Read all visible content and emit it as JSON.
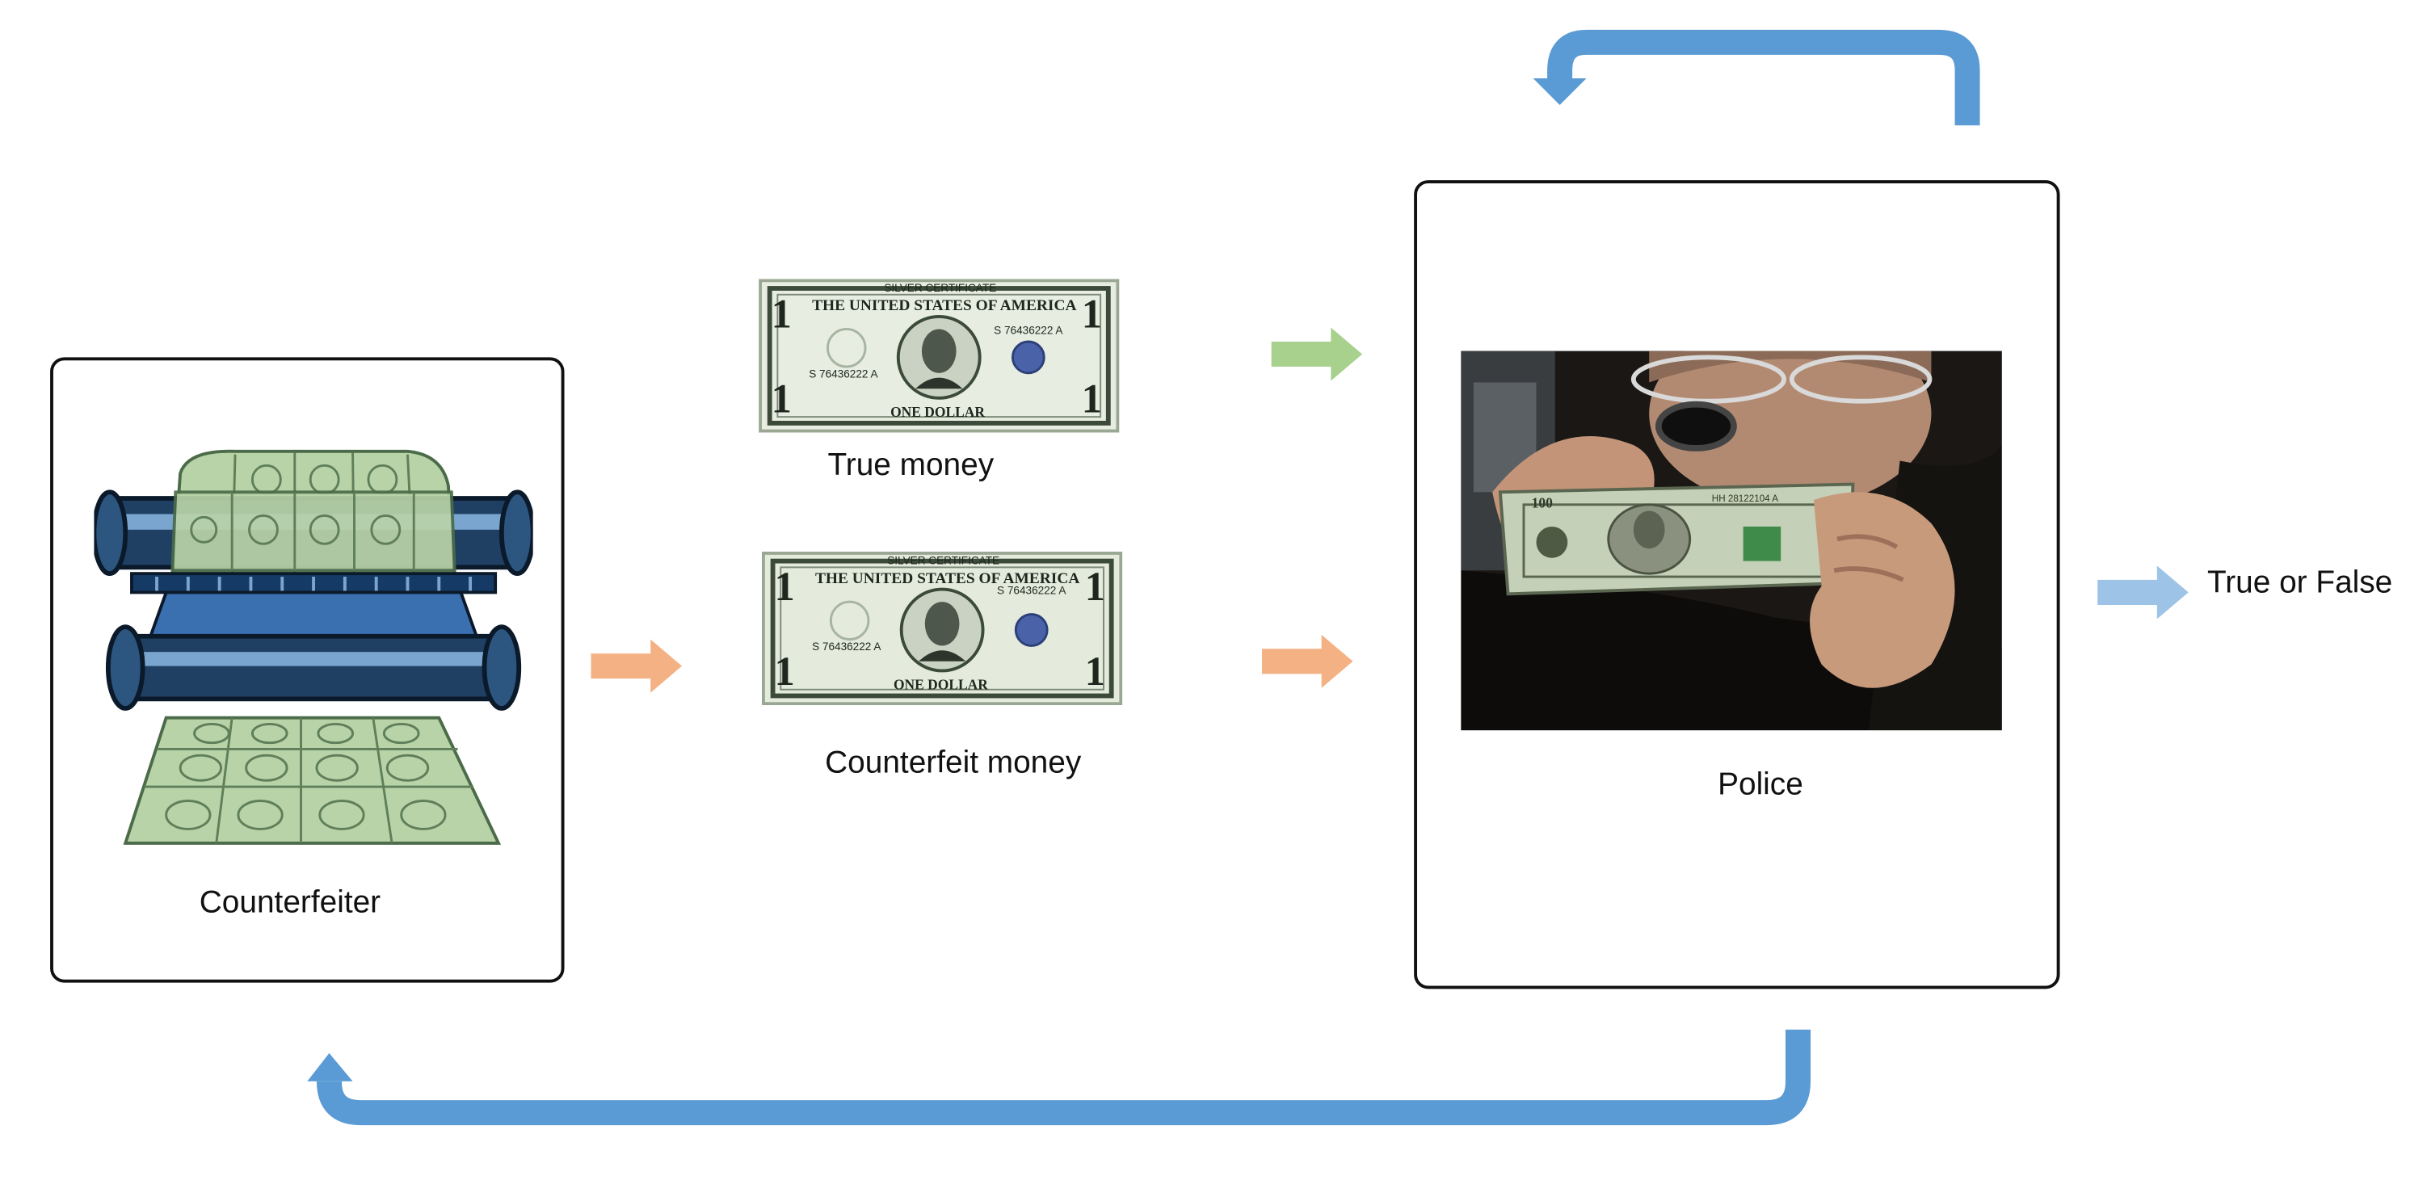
{
  "nodes": {
    "counterfeiter": {
      "label": "Counterfeiter"
    },
    "true_money": {
      "label": "True money"
    },
    "counterfeit_money": {
      "label": "Counterfeit money"
    },
    "police": {
      "label": "Police"
    },
    "output": {
      "label": "True or False"
    }
  },
  "banknote": {
    "header": "SILVER CERTIFICATE",
    "title": "THE UNITED STATES OF AMERICA",
    "serial": "S 76436222 A",
    "denomination": "1",
    "footer": "ONE DOLLAR"
  },
  "bill_100": {
    "denomination": "100",
    "serial": "HH 28122104 A"
  },
  "colors": {
    "arrow_green": "#a9d18e",
    "arrow_orange": "#f4b183",
    "arrow_light_blue": "#9dc3e6",
    "arrow_blue": "#5b9bd5",
    "box_border": "#111111"
  }
}
